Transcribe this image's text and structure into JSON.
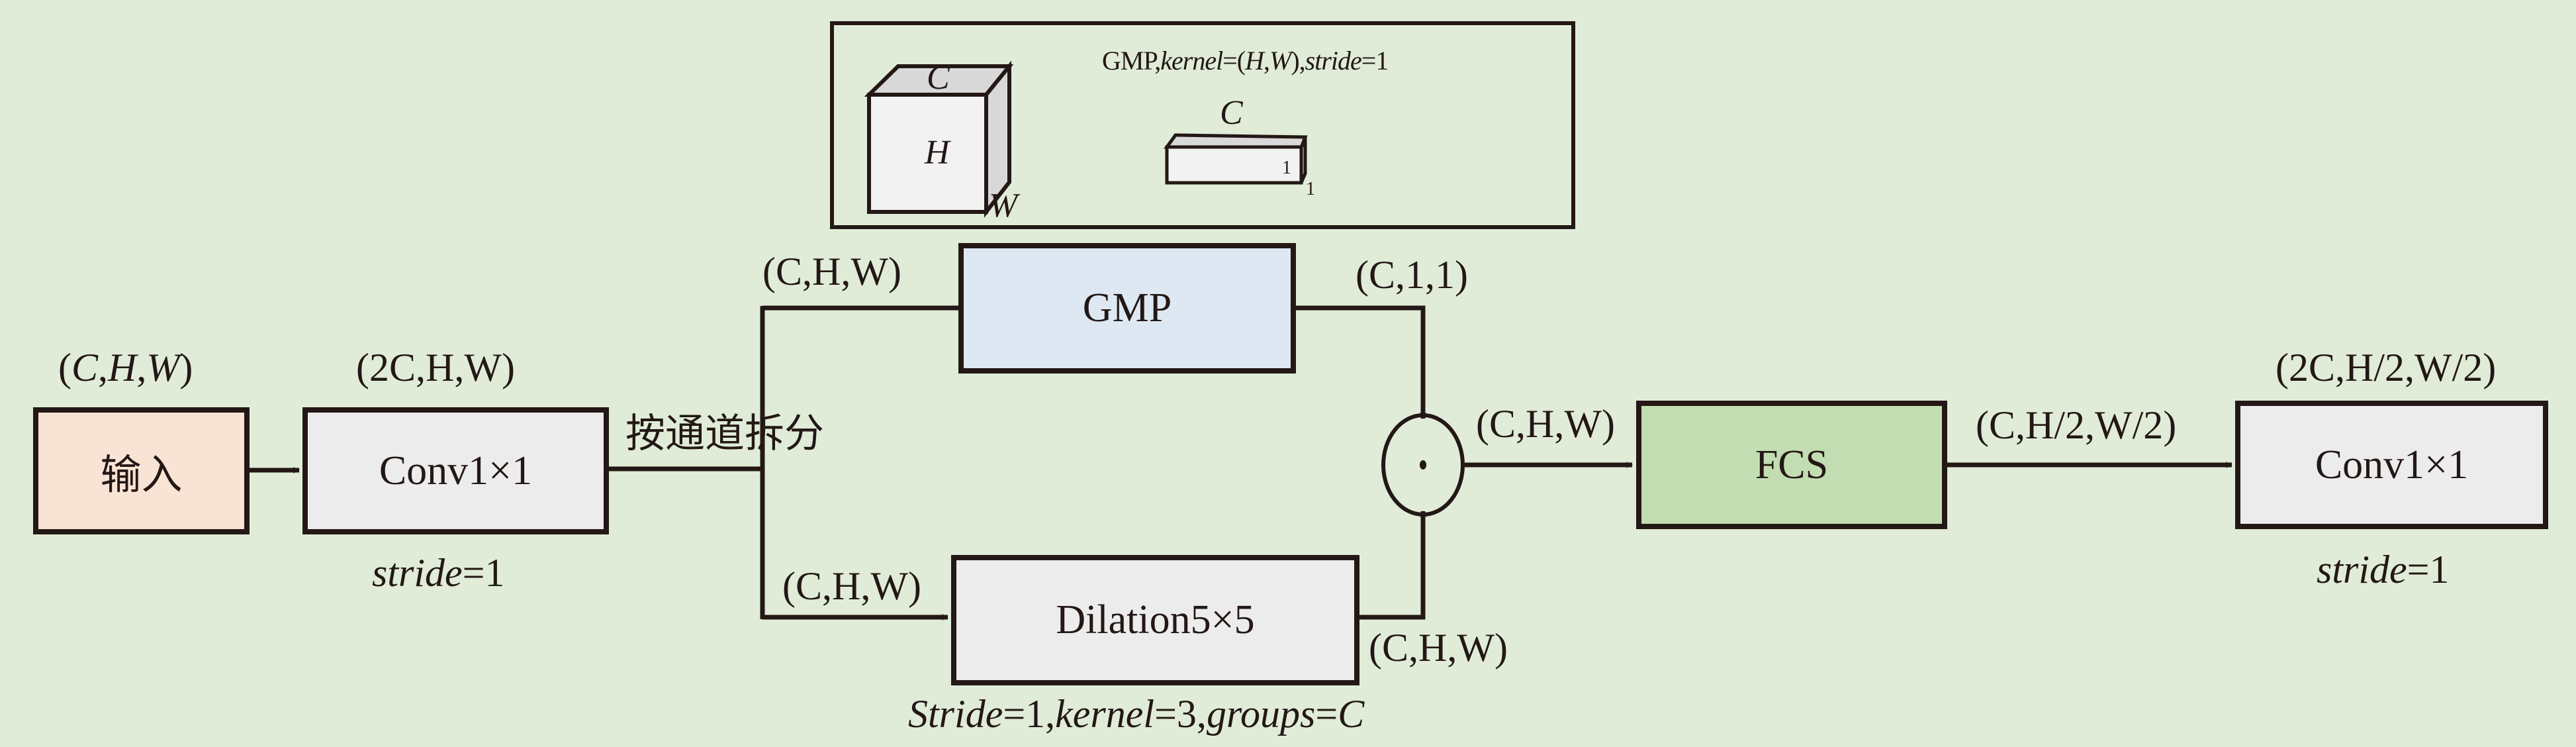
{
  "colors": {
    "background": "#e0ecd8",
    "input_fill": "#f9e3d4",
    "conv_fill": "#ececec",
    "gmp_fill": "#dde8f3",
    "dilation_fill": "#ececec",
    "fcs_fill": "#c3ddb2",
    "stroke": "#231815"
  },
  "inset": {
    "caption_prefix": "GMP,",
    "caption_kernel": "kernel",
    "caption_kernel_val": "=(",
    "caption_H": "H",
    "caption_comma": ",",
    "caption_W": "W",
    "caption_close": "),",
    "caption_stride": "stride",
    "caption_stride_val": "=1",
    "big_cube": {
      "top": "C",
      "front": "H",
      "side": "W"
    },
    "small_cube": {
      "top": "C",
      "front": "1",
      "side": "1"
    }
  },
  "blocks": {
    "input": {
      "label": "输入",
      "shape": [
        "C",
        "H",
        "W"
      ]
    },
    "conv_in": {
      "label": "Conv1×1",
      "shape": "(2C,H,W)",
      "param_name": "stride",
      "param_val": "=1"
    },
    "split_label": "按通道拆分",
    "gmp": {
      "label": "GMP",
      "in_shape": "(C,H,W)",
      "out_shape": "(C,1,1)"
    },
    "dilation": {
      "label": "Dilation5×5",
      "in_shape": "(C,H,W)",
      "out_shape": "(C,H,W)",
      "params": [
        {
          "name": "Stride",
          "val": "=1,"
        },
        {
          "name": "kernel",
          "val": "=3,"
        },
        {
          "name": "groups",
          "val": "="
        },
        {
          "name": "C",
          "val": ""
        }
      ]
    },
    "multiply": {
      "symbol": "·",
      "out_shape": "(C,H,W)"
    },
    "fcs": {
      "label": "FCS",
      "out_shape": "(C,H/2,W/2)"
    },
    "conv_out": {
      "label": "Conv1×1",
      "shape": "(2C,H/2,W/2)",
      "param_name": "stride",
      "param_val": "=1"
    }
  }
}
